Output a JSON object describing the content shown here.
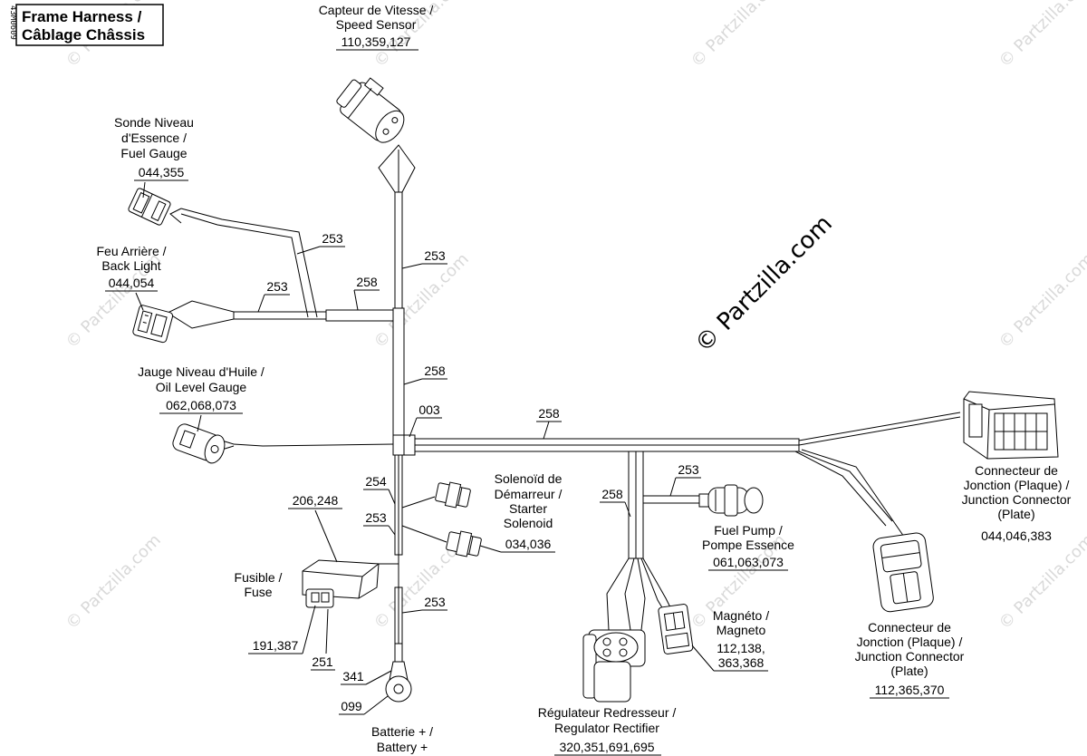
{
  "title": {
    "line1": "Frame Harness /",
    "line2": "Câblage Châssis"
  },
  "drawing_code": "43M0609",
  "watermark": "© Partzilla.com",
  "components": {
    "speed_sensor": {
      "line1": "Capteur de Vitesse /",
      "line2": "Speed Sensor",
      "ref": "110,359,127"
    },
    "fuel_gauge": {
      "line1": "Sonde Niveau",
      "line2": "d'Essence /",
      "line3": "Fuel Gauge",
      "ref": "044,355"
    },
    "back_light": {
      "line1": "Feu Arrière /",
      "line2": "Back Light",
      "ref": "044,054"
    },
    "oil_gauge": {
      "line1": "Jauge Niveau d'Huile /",
      "line2": "Oil Level Gauge",
      "ref": "062,068,073"
    },
    "starter_solenoid": {
      "line1": "Solenoïd de",
      "line2": "Démarreur /",
      "line3": "Starter",
      "line4": "Solenoid",
      "ref": "034,036"
    },
    "fuel_pump": {
      "line1": "Fuel Pump /",
      "line2": "Pompe Essence",
      "ref": "061,063,073"
    },
    "magneto": {
      "line1": "Magnéto /",
      "line2": "Magneto",
      "ref1": "112,138,",
      "ref2": "363,368"
    },
    "regulator": {
      "line1": "Régulateur Redresseur /",
      "line2": "Regulator Rectifier",
      "ref": "320,351,691,695"
    },
    "junction_plate_right": {
      "line1": "Connecteur de",
      "line2": "Jonction (Plaque) /",
      "line3": "Junction Connector",
      "line4": "(Plate)",
      "ref": "044,046,383"
    },
    "junction_plate_mid": {
      "line1": "Connecteur de",
      "line2": "Jonction (Plaque) /",
      "line3": "Junction Connector",
      "line4": "(Plate)",
      "ref": "112,365,370"
    },
    "fuse": {
      "line1": "Fusible /",
      "line2": "Fuse",
      "ref_top": "206,248",
      "ref_a": "191,387",
      "ref_b": "251"
    },
    "battery": {
      "line1": "Batterie + /",
      "line2": "Battery +",
      "ref_a": "341",
      "ref_b": "099"
    }
  },
  "wire_callouts": {
    "c253_speed": "253",
    "c253_fuel": "253",
    "c253_back": "253",
    "c258_back": "258",
    "c258_trunk": "258",
    "c003": "003",
    "c258_main": "258",
    "c254": "254",
    "c253_sol": "253",
    "c253_pump": "253",
    "c258_branch": "258",
    "c253_fuse": "253"
  }
}
